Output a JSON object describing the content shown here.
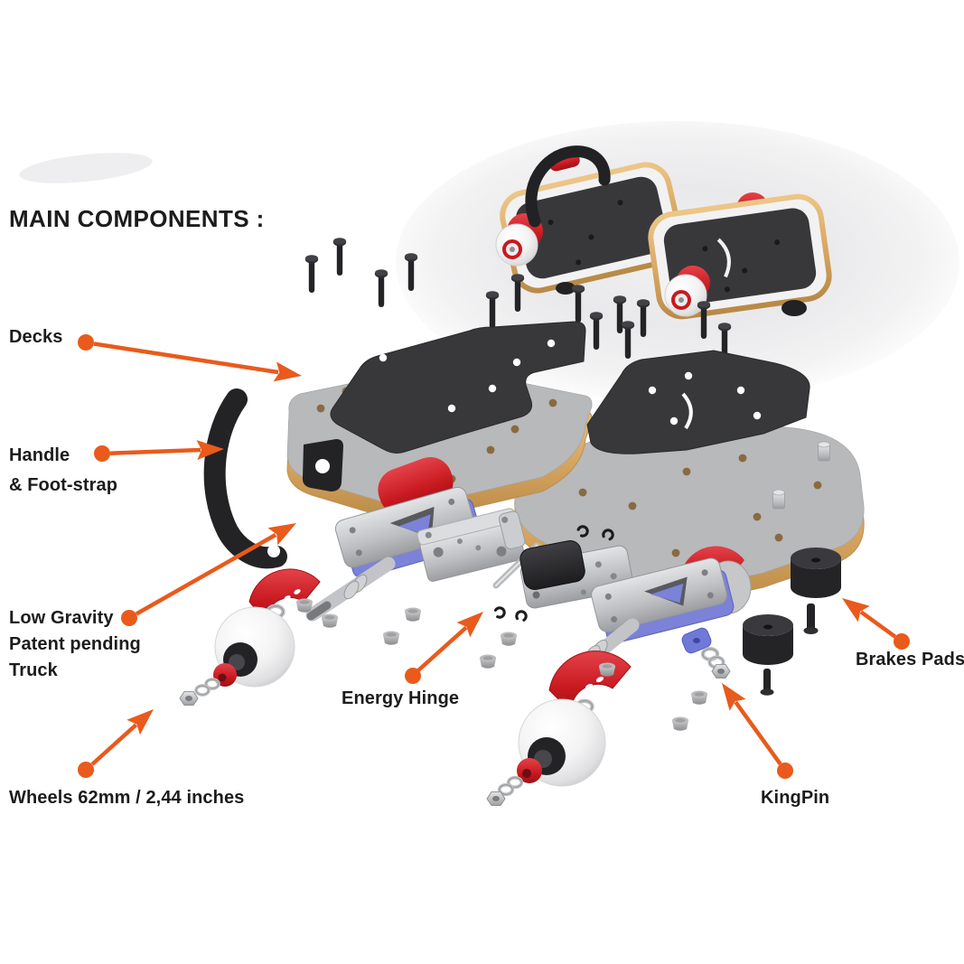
{
  "title": "MAIN COMPONENTS :",
  "labels": {
    "decks": {
      "text": "Decks"
    },
    "handle": {
      "line1": "Handle",
      "line2": "& Foot-strap"
    },
    "truck": {
      "line1": "Low Gravity",
      "line2": "Patent pending",
      "line3": "Truck"
    },
    "energy_hinge": {
      "text": "Energy Hinge"
    },
    "wheels": {
      "text": "Wheels 62mm / 2,44 inches"
    },
    "brakes": {
      "text": "Brakes Pads"
    },
    "kingpin": {
      "text": "KingPin"
    }
  },
  "palette": {
    "accent": "#E95A1C",
    "text": "#1C1C1C",
    "grip_black": "#38383B",
    "deck_gray": "#B7B9BB",
    "wood": "#D8A661",
    "part_red": "#C8191F",
    "truck_silver": "#C4C6C9",
    "truck_purple": "#7B82D8",
    "wheel_white": "#F4F4F5",
    "hardware_black": "#242427",
    "background": "#FFFFFF"
  }
}
